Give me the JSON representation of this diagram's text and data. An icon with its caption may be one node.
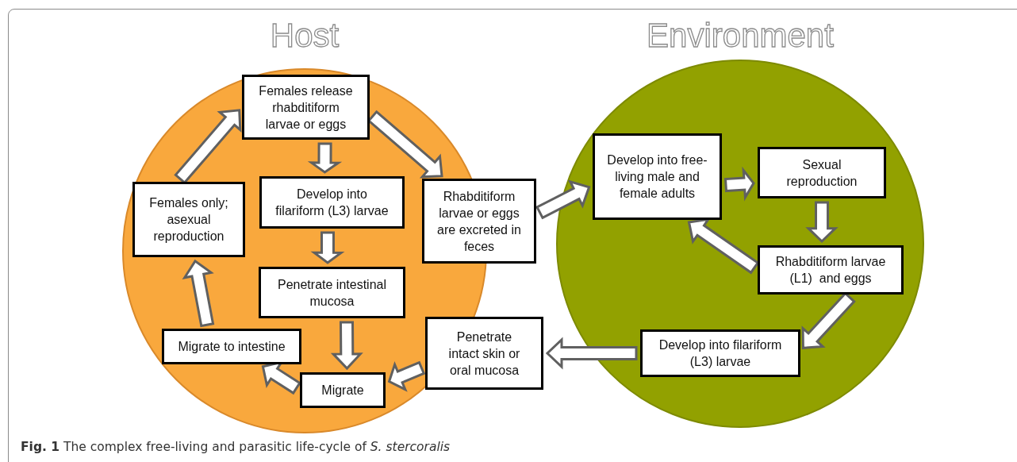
{
  "diagram": {
    "caption": "**Fig. 1** The complex free-living and parasitic life-cycle of *S. stercoralis*",
    "nodes": [
      {
        "text": [
          "Host"
        ]
      },
      {
        "text": [
          "Environment"
        ]
      },
      {
        "text": [
          "Females release rhabditiform larvae or eggs"
        ],
        "in": 0
      },
      {
        "text": [
          "Females only; asexual reproduction"
        ],
        "in": 0
      },
      {
        "text": [
          "Develop into filariform (L3) larvae"
        ],
        "in": 0
      },
      {
        "text": [
          "Rhabditiform larvae or eggs are excreted in feces"
        ]
      },
      {
        "text": [
          "Penetrate intestinal mucosa"
        ],
        "in": 0
      },
      {
        "text": [
          "Migrate to intestine"
        ],
        "in": 0
      },
      {
        "text": [
          "Migrate"
        ],
        "in": 0
      },
      {
        "text": [
          "Penetrate intact skin or oral mucosa"
        ]
      },
      {
        "text": [
          "Develop into free-living male and female adults"
        ],
        "in": 1
      },
      {
        "text": [
          "Sexual reproduction"
        ],
        "in": 1
      },
      {
        "text": [
          "Rhabditiform larvae (L1)  and eggs"
        ],
        "in": 1
      },
      {
        "text": [
          "Develop into filariform (L3) larvae"
        ],
        "in": 1
      }
    ],
    "edges": [
      {
        "from": 2,
        "to": 4,
        "arrow": "to"
      },
      {
        "from": 4,
        "to": 6,
        "arrow": "to"
      },
      {
        "from": 6,
        "to": 8,
        "arrow": "to"
      },
      {
        "from": 8,
        "to": 7,
        "arrow": "to"
      },
      {
        "from": 7,
        "to": 3,
        "arrow": "to"
      },
      {
        "from": 3,
        "to": 2,
        "arrow": "to"
      },
      {
        "from": 2,
        "to": 5,
        "arrow": "to"
      },
      {
        "from": 5,
        "to": 10,
        "arrow": "to"
      },
      {
        "from": 10,
        "to": 11,
        "arrow": "to"
      },
      {
        "from": 11,
        "to": 12,
        "arrow": "to"
      },
      {
        "from": 12,
        "to": 10,
        "arrow": "to"
      },
      {
        "from": 12,
        "to": 13,
        "arrow": "to"
      },
      {
        "from": 13,
        "to": 9,
        "arrow": "to"
      },
      {
        "from": 9,
        "to": 8,
        "arrow": "to"
      }
    ]
  }
}
